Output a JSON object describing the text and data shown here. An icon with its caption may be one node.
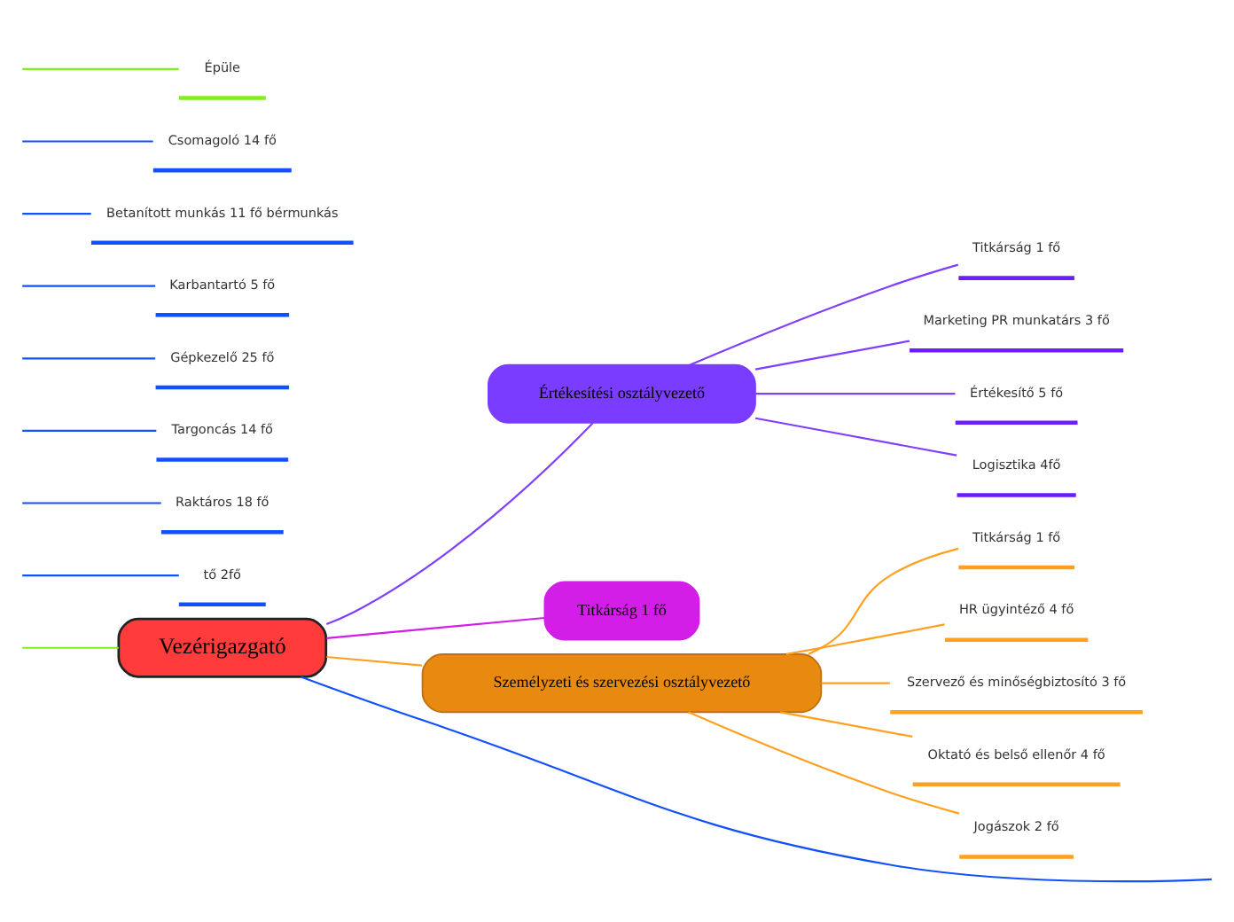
{
  "diagram": {
    "nodes": [
      {
        "text": [
          "Vezérigazgató"
        ]
      },
      {
        "text": [
          "Értékesítési osztályvezető"
        ]
      },
      {
        "text": [
          "Titkárság 1 fő"
        ]
      },
      {
        "text": [
          "Személyzeti és szervezési osztályvezető"
        ]
      },
      {
        "text": [
          "Titkárság 1 fő"
        ]
      },
      {
        "text": [
          "Marketing PR munkatárs 3 fő"
        ]
      },
      {
        "text": [
          "Értékesítő 5 fő"
        ]
      },
      {
        "text": [
          "Logisztika 4fő"
        ]
      },
      {
        "text": [
          "Titkárság 1 fő"
        ]
      },
      {
        "text": [
          "HR ügyintéző 4 fő"
        ]
      },
      {
        "text": [
          "Szervező és minőségbiztosító 3 fő"
        ]
      },
      {
        "text": [
          "Oktató és belső ellenőr 4 fő"
        ]
      },
      {
        "text": [
          "Jogászok 2 fő"
        ]
      },
      {
        "text": [
          "tő 2fő"
        ]
      },
      {
        "text": [
          "Raktáros 18 fő"
        ]
      },
      {
        "text": [
          "Targoncás 14 fő"
        ]
      },
      {
        "text": [
          "Gépkezelő 25 fő"
        ]
      },
      {
        "text": [
          "Karbantartó 5 fő"
        ]
      },
      {
        "text": [
          "Betanított munkás 11 fő bérmunkás"
        ]
      },
      {
        "text": [
          "Csomagoló 14 fő"
        ]
      },
      {
        "text": [
          "Épüle"
        ]
      }
    ],
    "edges": [
      {
        "from": 0,
        "to": null,
        "arrow": "none"
      },
      {
        "from": 0,
        "to": 1,
        "arrow": "none",
        "color": "#7f3fff"
      },
      {
        "from": 0,
        "to": 2,
        "arrow": "none",
        "color": "#d21ee6"
      },
      {
        "from": 0,
        "to": 3,
        "arrow": "none",
        "color": "#ffa020"
      },
      {
        "from": 0,
        "to": null,
        "arrow": "none",
        "color": "#80ee20"
      },
      {
        "from": 1,
        "to": 4,
        "arrow": "none",
        "color": "#7f3fff"
      },
      {
        "from": 1,
        "to": 5,
        "arrow": "none",
        "color": "#7f3fff"
      },
      {
        "from": 1,
        "to": 6,
        "arrow": "none",
        "color": "#7f3fff"
      },
      {
        "from": 1,
        "to": 7,
        "arrow": "none",
        "color": "#7f3fff"
      },
      {
        "from": 3,
        "to": 8,
        "arrow": "none",
        "color": "#ffa020"
      },
      {
        "from": 3,
        "to": 9,
        "arrow": "none",
        "color": "#ffa020"
      },
      {
        "from": 3,
        "to": 10,
        "arrow": "none",
        "color": "#ffa020"
      },
      {
        "from": 3,
        "to": 11,
        "arrow": "none",
        "color": "#ffa020"
      },
      {
        "from": 3,
        "to": 12,
        "arrow": "none",
        "color": "#ffa020"
      },
      {
        "from": null,
        "to": 13,
        "arrow": "none"
      },
      {
        "from": null,
        "to": 14,
        "arrow": "none"
      },
      {
        "from": null,
        "to": 15,
        "arrow": "none"
      },
      {
        "from": null,
        "to": 16,
        "arrow": "none"
      },
      {
        "from": null,
        "to": 17,
        "arrow": "none"
      },
      {
        "from": null,
        "to": 18,
        "arrow": "none"
      },
      {
        "from": null,
        "to": 19,
        "arrow": "none"
      },
      {
        "from": null,
        "to": 20,
        "arrow": "none",
        "color": "#80ee20"
      }
    ]
  }
}
